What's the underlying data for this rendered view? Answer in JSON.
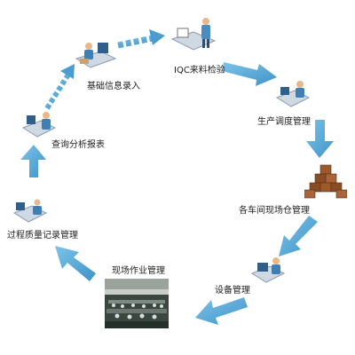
{
  "cycle": {
    "nodes": [
      {
        "id": "basic-info",
        "label": "基础信息录入",
        "icon": "workstation-icon"
      },
      {
        "id": "iqc",
        "label": "IQC来料检验",
        "icon": "inspector-icon"
      },
      {
        "id": "scheduling",
        "label": "生产调度管理",
        "icon": "operator-desk-icon"
      },
      {
        "id": "warehouse",
        "label": "各车间现场仓管理",
        "icon": "boxes-icon"
      },
      {
        "id": "equipment",
        "label": "设备管理",
        "icon": "equipment-desk-icon"
      },
      {
        "id": "site-ops",
        "label": "现场作业管理",
        "icon": "factory-photo"
      },
      {
        "id": "quality-records",
        "label": "过程质量记录管理",
        "icon": "quality-desk-icon"
      },
      {
        "id": "report",
        "label": "查询分析报表",
        "icon": "analyst-icon"
      }
    ],
    "arrow_color": "#5aa9d6"
  }
}
